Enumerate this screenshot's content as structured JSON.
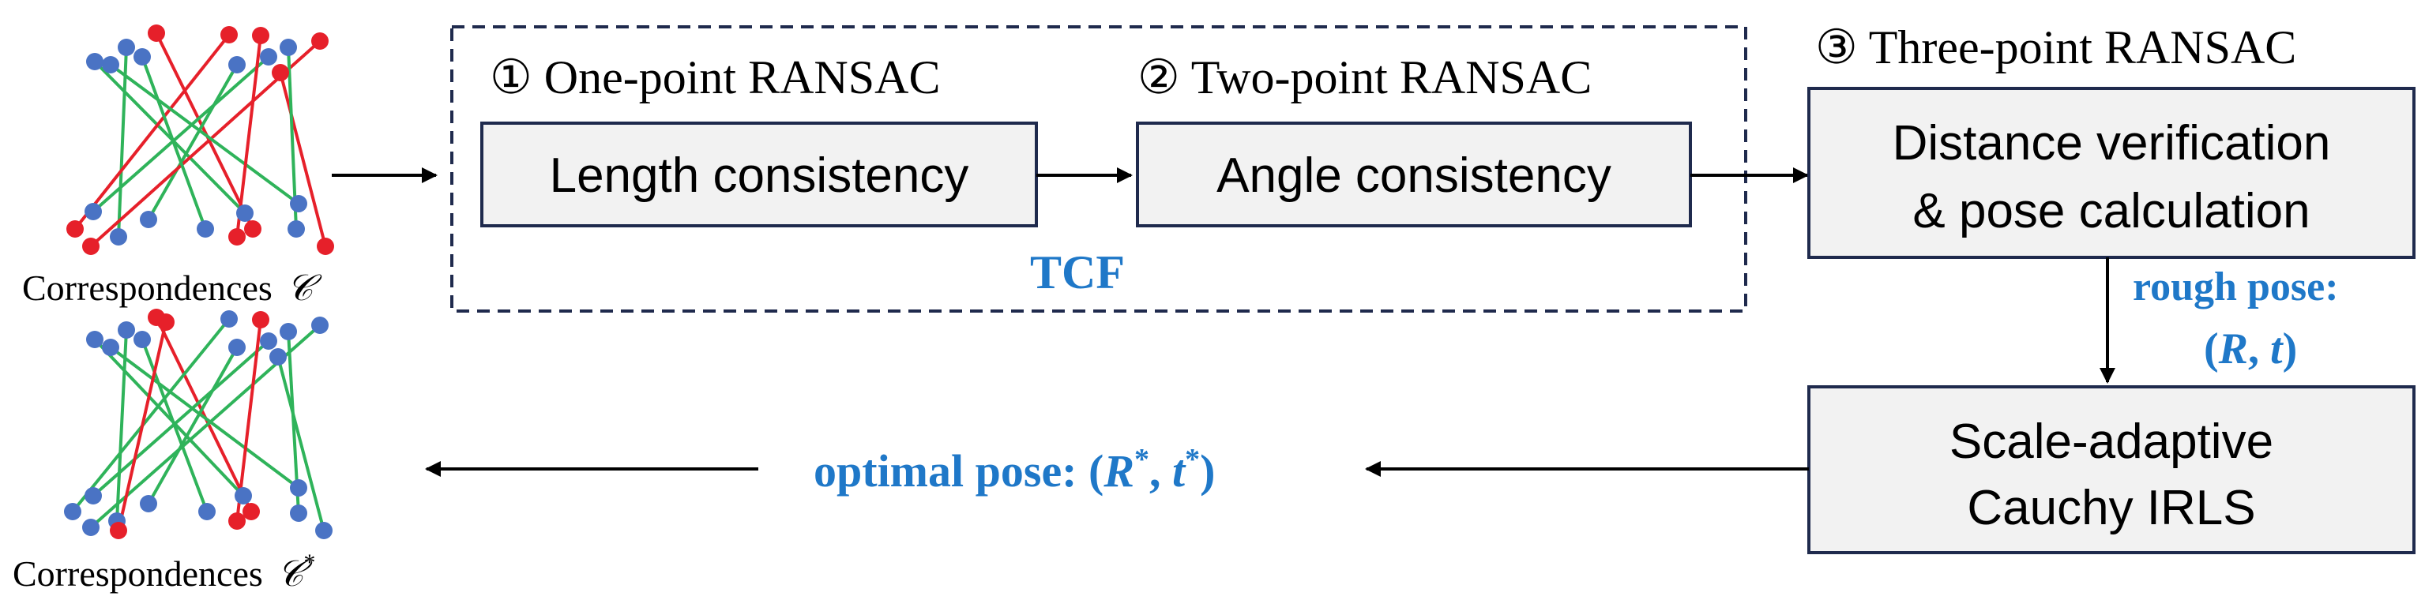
{
  "colors": {
    "accent_blue": "#1f78c8",
    "dark_navy": "#1f2a4d",
    "box_fill": "#f2f2f2",
    "inlier_green": "#2fb35a",
    "outlier_red": "#e6202a",
    "point_blue": "#4a73c4"
  },
  "corr_top": {
    "label": "Correspondences",
    "symbol": "𝒞"
  },
  "corr_bottom": {
    "label": "Correspondences",
    "symbol": "𝒞",
    "superscript": "*"
  },
  "tcf": {
    "label": "TCF",
    "step1": {
      "title": "① One-point RANSAC",
      "box": "Length consistency"
    },
    "step2": {
      "title": "② Two-point RANSAC",
      "box": "Angle consistency"
    }
  },
  "step3": {
    "title": "③ Three-point RANSAC",
    "box_line1": "Distance verification",
    "box_line2": "& pose calculation"
  },
  "rough_pose": {
    "label": "rough pose:",
    "open": "(",
    "R": "R",
    "comma": ", ",
    "t": "t",
    "close": ")"
  },
  "irls": {
    "line1": "Scale-adaptive",
    "line2": "Cauchy IRLS"
  },
  "optimal_pose": {
    "label": "optimal pose: (",
    "R": "R",
    "R_sup": "*",
    "comma": ", ",
    "t": "t",
    "t_sup": "*",
    "close": ")"
  }
}
